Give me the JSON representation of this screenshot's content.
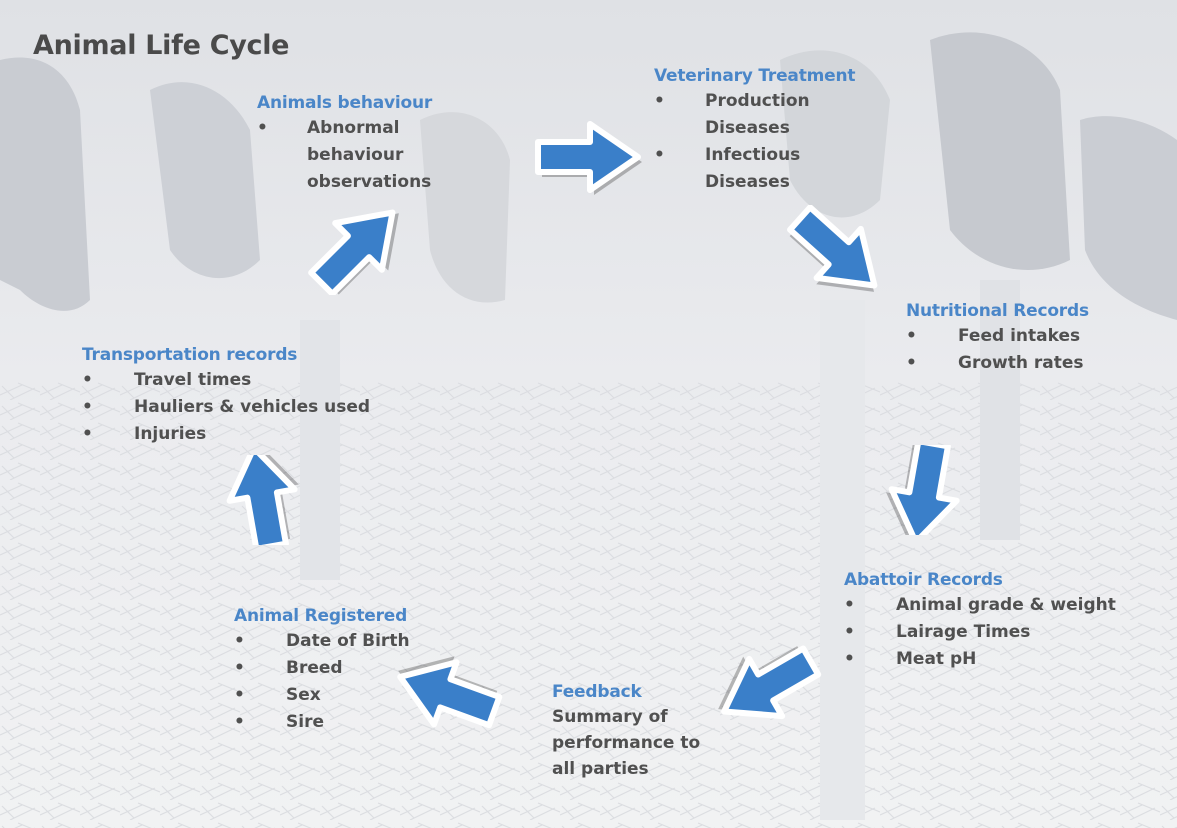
{
  "title": "Animal Life Cycle",
  "colors": {
    "accent": "#4a86c8",
    "arrow": "#3a7fc9",
    "text": "#505050"
  },
  "stages": {
    "animals_behaviour": {
      "heading": "Animals behaviour",
      "items": [
        "Abnormal behaviour observations"
      ]
    },
    "veterinary_treatment": {
      "heading": "Veterinary Treatment",
      "items": [
        "Production Diseases",
        "Infectious Diseases"
      ]
    },
    "nutritional_records": {
      "heading": "Nutritional Records",
      "items": [
        "Feed intakes",
        "Growth rates"
      ]
    },
    "abattoir_records": {
      "heading": "Abattoir Records",
      "items": [
        "Animal grade & weight",
        "Lairage Times",
        "Meat pH"
      ]
    },
    "feedback": {
      "heading": "Feedback",
      "text": "Summary of performance to all parties"
    },
    "animal_registered": {
      "heading": "Animal Registered",
      "items": [
        "Date of Birth",
        "Breed",
        "Sex",
        "Sire"
      ]
    },
    "transportation_records": {
      "heading": "Transportation records",
      "items": [
        "Travel times",
        "Hauliers & vehicles used",
        "Injuries"
      ]
    }
  },
  "bullet": "•"
}
